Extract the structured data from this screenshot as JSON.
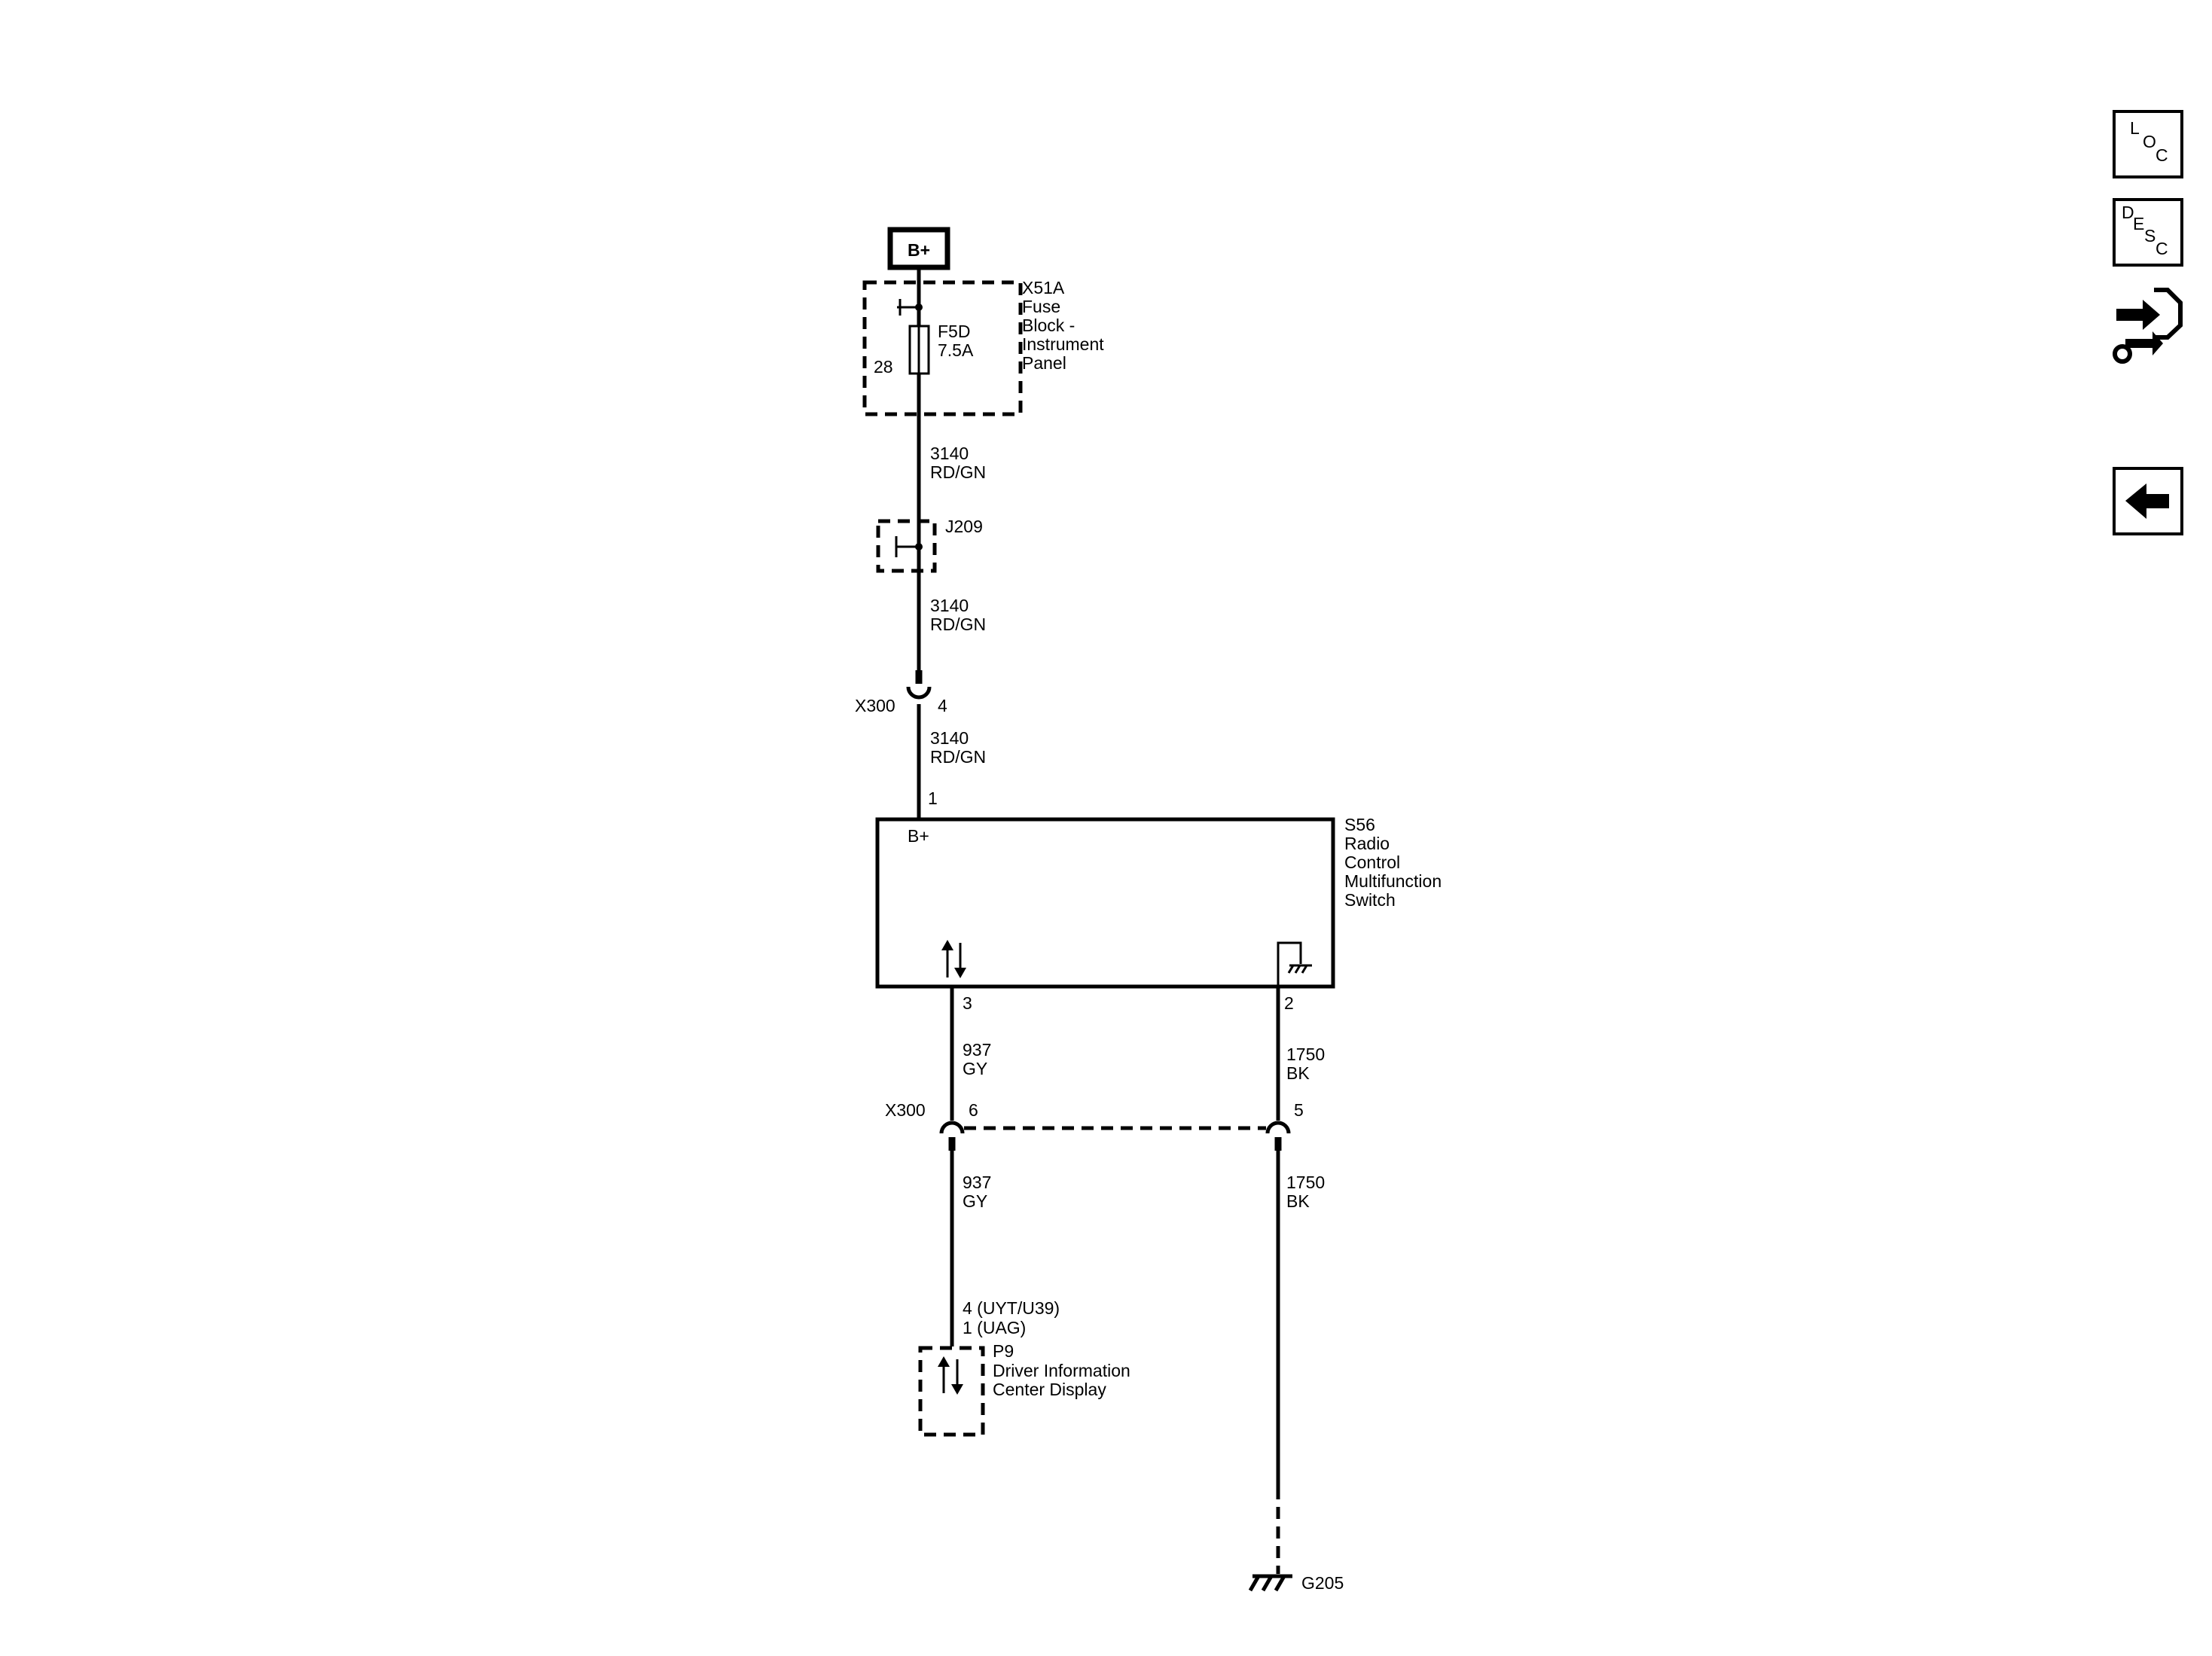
{
  "power": {
    "label": "B+"
  },
  "fuse_block": {
    "id": "X51A",
    "name_lines": [
      "Fuse",
      "Block -",
      "Instrument",
      "Panel"
    ],
    "fuse_id": "F5D",
    "fuse_rating": "7.5A",
    "pin": "28"
  },
  "wires": {
    "w1": {
      "circuit": "3140",
      "color": "RD/GN"
    },
    "w2": {
      "circuit": "3140",
      "color": "RD/GN"
    },
    "w3": {
      "circuit": "3140",
      "color": "RD/GN"
    },
    "w4": {
      "circuit": "937",
      "color": "GY"
    },
    "w5": {
      "circuit": "1750",
      "color": "BK"
    },
    "w6": {
      "circuit": "937",
      "color": "GY"
    },
    "w7": {
      "circuit": "1750",
      "color": "BK"
    }
  },
  "splice": {
    "id": "J209"
  },
  "connector_top": {
    "id": "X300",
    "pin": "4"
  },
  "connector_bottom": {
    "id": "X300",
    "pin_left": "6",
    "pin_right": "5"
  },
  "switch": {
    "id": "S56",
    "name_lines": [
      "Radio",
      "Control",
      "Multifunction",
      "Switch"
    ],
    "b_plus": "B+",
    "pin_power": "1",
    "pin_signal": "3",
    "pin_ground": "2"
  },
  "display": {
    "pin_line1": "4 (UYT/U39)",
    "pin_line2": "1 (UAG)",
    "id": "P9",
    "name_lines": [
      "Driver Information",
      "Center Display"
    ]
  },
  "ground": {
    "id": "G205"
  },
  "sidebar": {
    "loc_letters": [
      "L",
      "O",
      "C"
    ],
    "desc_letters": [
      "D",
      "E",
      "S",
      "C"
    ],
    "icons": [
      "loc-icon",
      "desc-icon",
      "connector-repair-icon",
      "back-arrow-icon"
    ]
  }
}
